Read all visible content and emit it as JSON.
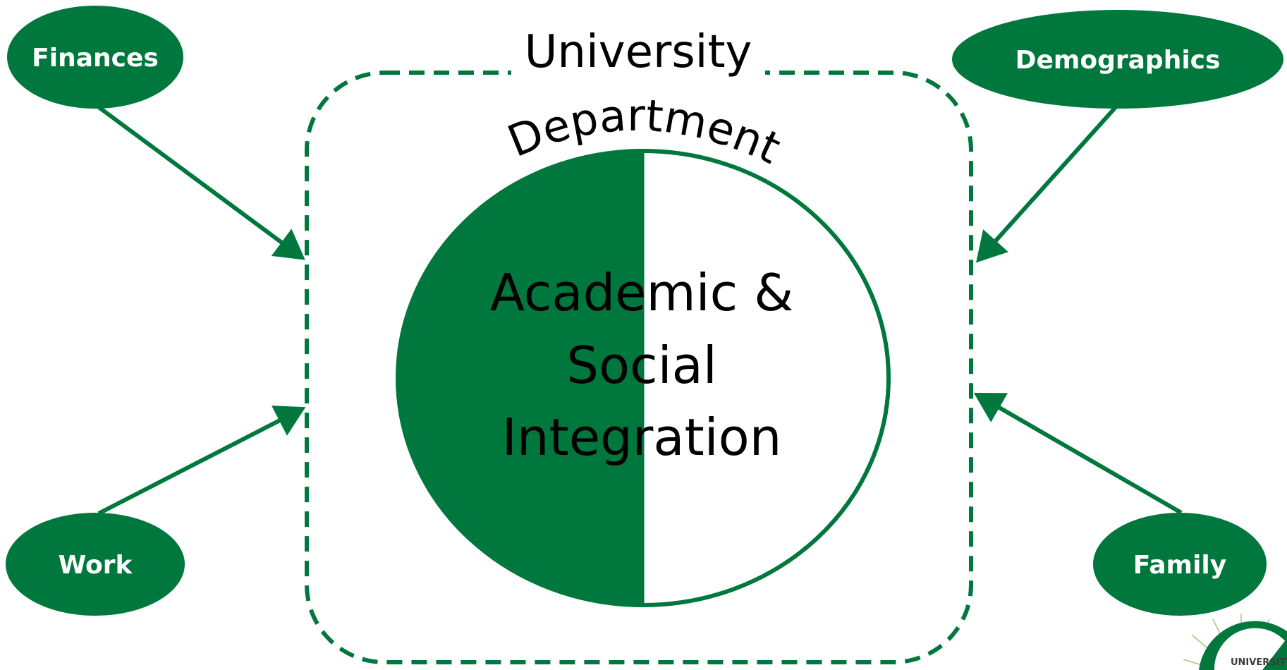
{
  "colors": {
    "green": "#00773c",
    "white": "#ffffff",
    "text": "#000000"
  },
  "diagram": {
    "outer_label": "University",
    "department_label": "Department",
    "center_lines": [
      "Academic &",
      "Social",
      "Integration"
    ],
    "factors": {
      "finances": "Finances",
      "demographics": "Demographics",
      "work": "Work",
      "family": "Family"
    }
  },
  "logo": {
    "text": "UNIVERSITY",
    "icon": "university-sunburst-logo"
  }
}
